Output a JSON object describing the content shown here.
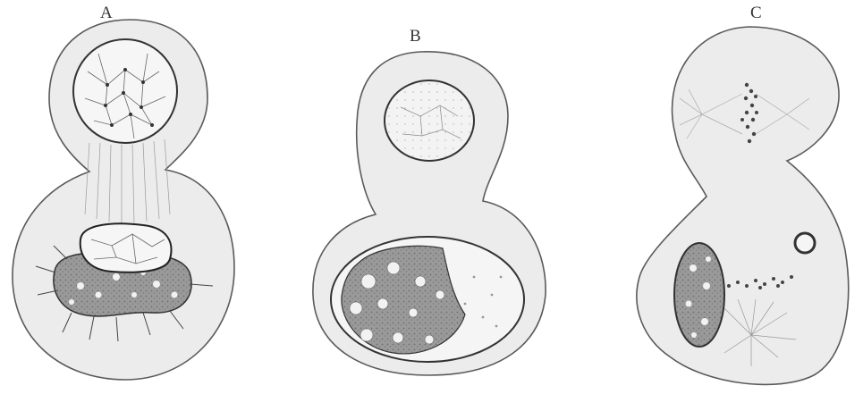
{
  "figure": {
    "panels": [
      {
        "label": "A"
      },
      {
        "label": "B"
      },
      {
        "label": "C"
      }
    ]
  },
  "colors": {
    "paper": "#ffffff",
    "cytoplasm": "#ececec",
    "outline": "#5a5a5a",
    "nucleus_fill": "#f4f4f4",
    "dense_matter": "#9a9a9a",
    "chromatin": "#444444"
  }
}
